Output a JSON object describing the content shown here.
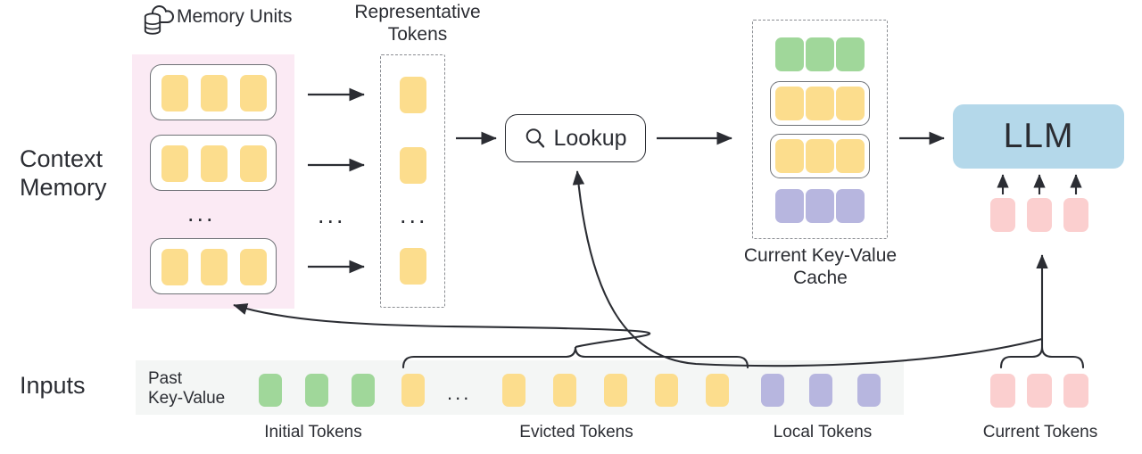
{
  "diagram": {
    "title": "Context Memory with Memory Units and Key-Value Cache",
    "colors": {
      "token_yellow": "#fcdd8d",
      "token_green": "#a0d79a",
      "token_purple": "#b7b6df",
      "token_red": "#fbcfcf",
      "memory_panel_pink": "#fbeaf4",
      "input_band_gray": "#f4f6f5",
      "llm_blue": "#b4d8ea",
      "stroke_dark": "#2b2d33",
      "stroke_gray": "#8a8d92"
    }
  },
  "row_labels": {
    "context_memory": "Context\nMemory",
    "inputs": "Inputs"
  },
  "memory_units": {
    "heading": "Memory Units",
    "icon": "cloud-database-icon",
    "ellipsis": "...",
    "units": [
      {
        "tokens": [
          "yellow",
          "yellow",
          "yellow"
        ]
      },
      {
        "tokens": [
          "yellow",
          "yellow",
          "yellow"
        ]
      },
      {
        "tokens": [
          "yellow",
          "yellow",
          "yellow"
        ]
      }
    ]
  },
  "representative_tokens": {
    "heading": "Representative\nTokens",
    "ellipsis": "...",
    "between_ellipsis": "...",
    "tokens": [
      "yellow",
      "yellow",
      "yellow"
    ]
  },
  "lookup": {
    "label": "Lookup",
    "icon": "search-icon"
  },
  "kv_cache": {
    "caption": "Current Key-Value\nCache",
    "rows": [
      {
        "type": "plain",
        "color": "green",
        "count": 3
      },
      {
        "type": "boxed",
        "color": "yellow",
        "count": 3
      },
      {
        "type": "boxed",
        "color": "yellow",
        "count": 3
      },
      {
        "type": "plain",
        "color": "purple",
        "count": 3
      }
    ]
  },
  "llm": {
    "label": "LLM"
  },
  "current_tokens_top": {
    "tokens": [
      "red",
      "red",
      "red"
    ]
  },
  "inputs": {
    "past_key_value_label": "Past\nKey-Value",
    "ellipsis": "...",
    "sequence": [
      {
        "color": "green",
        "group": "initial"
      },
      {
        "color": "green",
        "group": "initial"
      },
      {
        "color": "green",
        "group": "initial"
      },
      {
        "color": "yellow",
        "group": "evicted"
      },
      {
        "color": "yellow",
        "group": "evicted"
      },
      {
        "color": "yellow",
        "group": "evicted"
      },
      {
        "color": "yellow",
        "group": "evicted"
      },
      {
        "color": "yellow",
        "group": "evicted"
      },
      {
        "color": "yellow",
        "group": "evicted"
      },
      {
        "color": "purple",
        "group": "local"
      },
      {
        "color": "purple",
        "group": "local"
      },
      {
        "color": "purple",
        "group": "local"
      }
    ],
    "current_tokens": [
      {
        "color": "red"
      },
      {
        "color": "red"
      },
      {
        "color": "red"
      }
    ],
    "group_labels": {
      "initial": "Initial Tokens",
      "evicted": "Evicted Tokens",
      "local": "Local Tokens",
      "current": "Current Tokens"
    }
  }
}
